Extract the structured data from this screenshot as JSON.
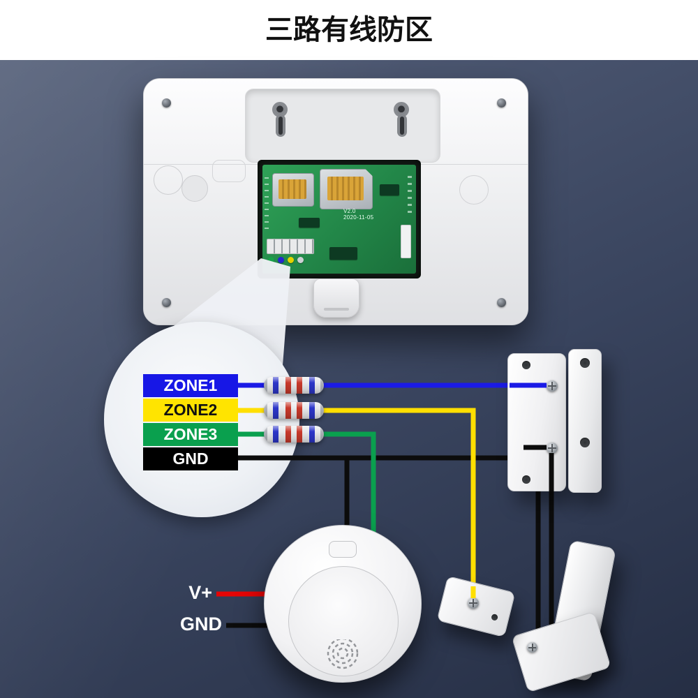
{
  "title": "三路有线防区",
  "zones": [
    {
      "label": "ZONE1",
      "color": "#1717e6",
      "text_color": "#ffffff",
      "wire_color": "#1b1be6"
    },
    {
      "label": "ZONE2",
      "color": "#ffe400",
      "text_color": "#111111",
      "wire_color": "#ffdf00"
    },
    {
      "label": "ZONE3",
      "color": "#0aa04e",
      "text_color": "#ffffff",
      "wire_color": "#0aa04e"
    },
    {
      "label": "GND",
      "color": "#000000",
      "text_color": "#ffffff",
      "wire_color": "#0c0c0c"
    }
  ],
  "power": {
    "vplus_label": "V+",
    "gnd_label": "GND",
    "vplus_wire_color": "#e60505",
    "gnd_wire_color": "#0c0c0c"
  },
  "pcb": {
    "version": "V2.0",
    "date": "2020-11-05"
  },
  "colors": {
    "background_top": "#56617a",
    "background_bottom": "#252e44",
    "magnifier_circle": "#eef1f5",
    "panel_body": "#ecedef",
    "pcb_green": "#228648"
  }
}
